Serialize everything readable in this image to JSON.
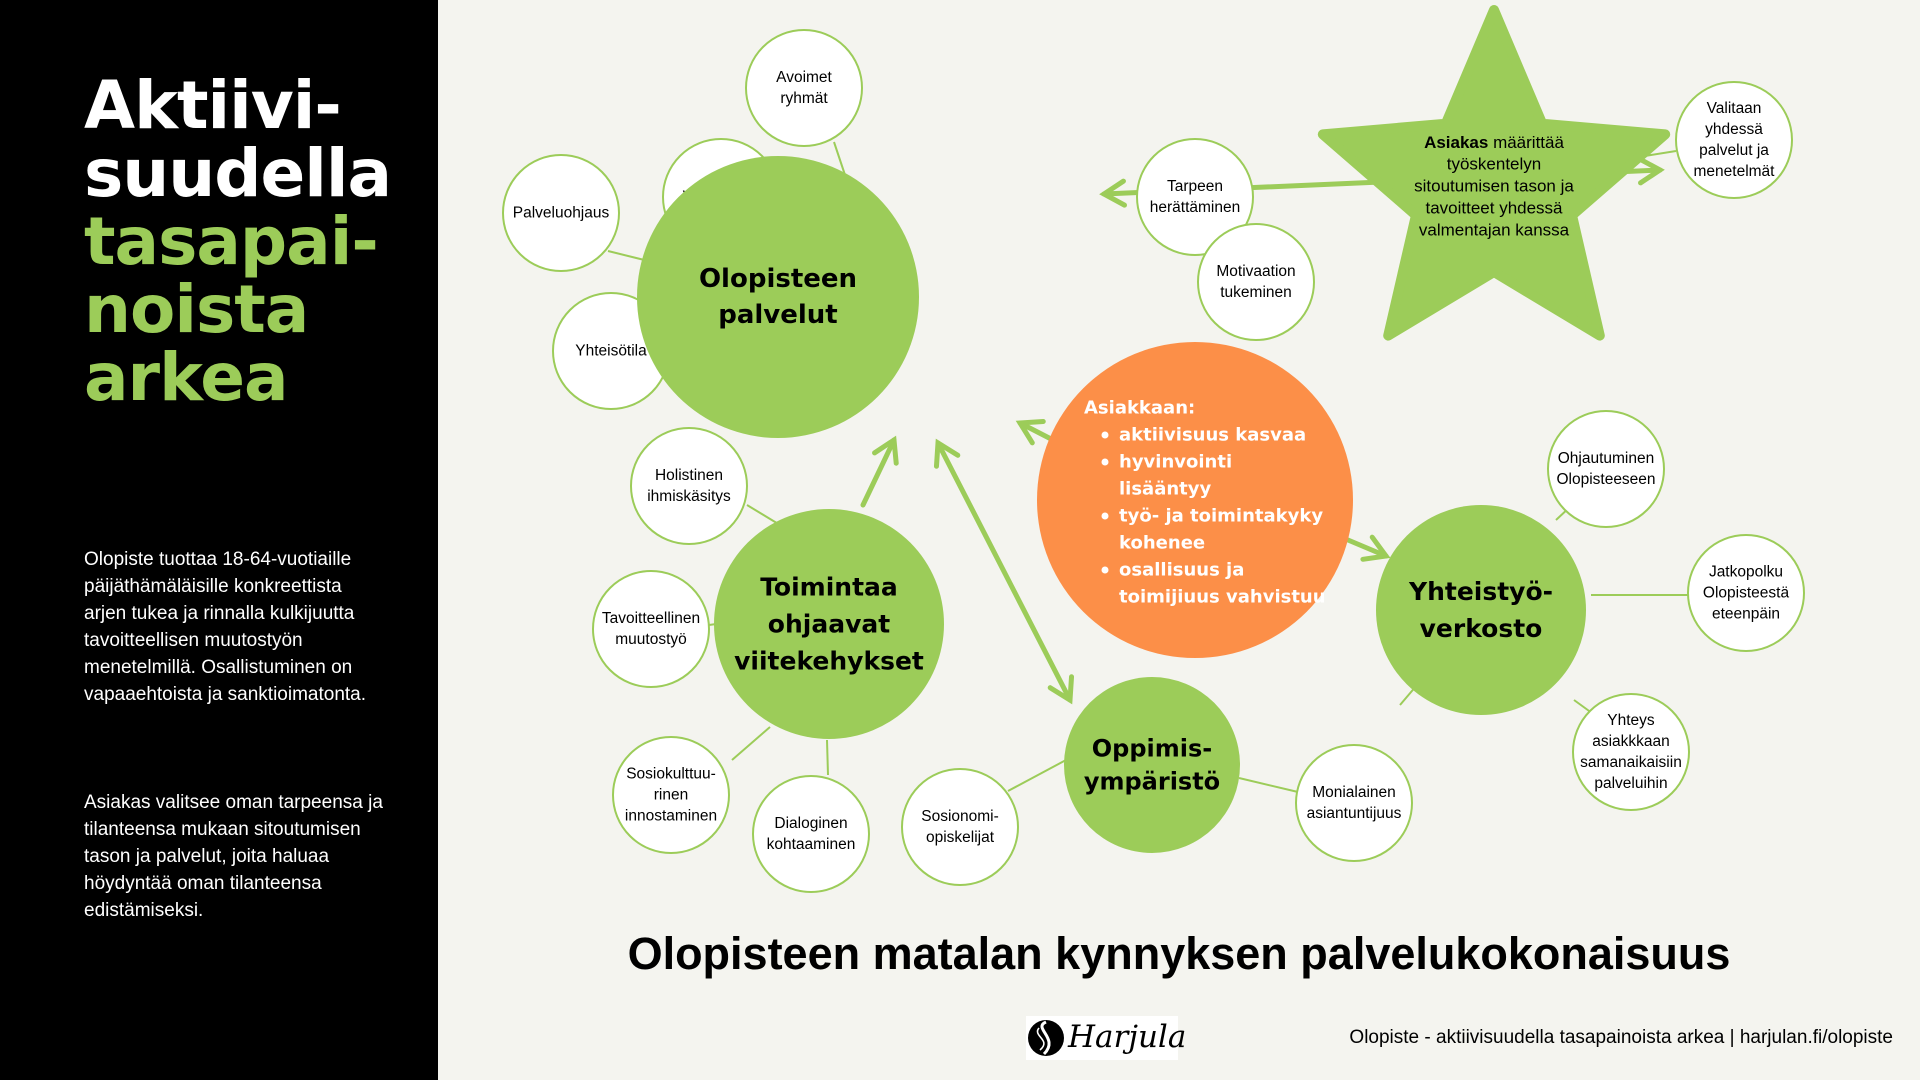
{
  "sidebar": {
    "heading_white": [
      "Aktiivi-",
      "suudella"
    ],
    "heading_green": [
      "tasapai-",
      "noista",
      "arkea"
    ],
    "paragraph1": "Olopiste tuottaa 18-64-vuotiaille päijäthämäläisille konkreettista arjen tukea ja rinnalla kulkijuutta tavoitteellisen muutostyön menetelmillä. Osallistuminen on vapaaehtoista ja sanktioimatonta.",
    "paragraph2": "Asiakas valitsee oman tarpeensa ja tilanteensa mukaan sitoutumisen tason ja palvelut, joita haluaa höydyntää oman tilanteensa edistämiseksi."
  },
  "colors": {
    "green": "#9ccc59",
    "orange": "#fc8f48",
    "background": "#f4f4ef",
    "sidebar": "#000000"
  },
  "main": {
    "title": "Olopisteen matalan kynnyksen palvelukokonaisuus",
    "footer": "Olopiste - aktiivisuudella tasapainoista arkea | harjulan.fi/olopiste",
    "logo": "Harjula",
    "logo_icon": "harjula-logo-icon"
  },
  "diagram": {
    "center": {
      "title": "Asiakkaan:",
      "bullets": [
        [
          "aktiivisuus kasvaa"
        ],
        [
          "hyvinvointi",
          "lisääntyy"
        ],
        [
          "työ- ja toimintakyky",
          "kohenee"
        ],
        [
          "osallisuus ja",
          "toimijiuus vahvistuu"
        ]
      ]
    },
    "star": {
      "bold": "Asiakas",
      "line1_rest": " määrittää",
      "lines": [
        "työskentelyn",
        "sitoutumisen tason ja",
        "tavoitteet yhdessä",
        "valmentajan kanssa"
      ]
    },
    "hubs": [
      {
        "id": "olopisteen-palvelut",
        "lines": [
          "Olopisteen",
          "palvelut"
        ]
      },
      {
        "id": "toimintaa-ohjaavat-viitekehykset",
        "lines": [
          "Toimintaa",
          "ohjaavat",
          "viitekehykset"
        ]
      },
      {
        "id": "oppimisymparisto",
        "lines": [
          "Oppimis-",
          "ympäristö"
        ]
      },
      {
        "id": "yhteistyoverkosto",
        "lines": [
          "Yhteistyö-",
          "verkosto"
        ]
      }
    ],
    "nodes": [
      {
        "id": "avoimet-ryhmat",
        "lines": [
          "Avoimet",
          "ryhmät"
        ]
      },
      {
        "id": "valmennus",
        "lines": [
          "Valmennus"
        ]
      },
      {
        "id": "palveluohjaus",
        "lines": [
          "Palveluohjaus"
        ]
      },
      {
        "id": "yhteisotila",
        "lines": [
          "Yhteisötila"
        ]
      },
      {
        "id": "tarpeen-herattaminen",
        "lines": [
          "Tarpeen",
          "herättäminen"
        ]
      },
      {
        "id": "motivaation-tukeminen",
        "lines": [
          "Motivaation",
          "tukeminen"
        ]
      },
      {
        "id": "valitaan-yhdessa",
        "lines": [
          "Valitaan",
          "yhdessä",
          "palvelut ja",
          "menetelmät"
        ]
      },
      {
        "id": "holistinen-ihmiskasitys",
        "lines": [
          "Holistinen",
          "ihmiskäsitys"
        ]
      },
      {
        "id": "tavoitteellinen-muutostyo",
        "lines": [
          "Tavoitteellinen",
          "muutostyö"
        ]
      },
      {
        "id": "sosiokulttuurinen-innostaminen",
        "lines": [
          "Sosiokulttuu-",
          "rinen",
          "innostaminen"
        ]
      },
      {
        "id": "dialoginen-kohtaaminen",
        "lines": [
          "Dialoginen",
          "kohtaaminen"
        ]
      },
      {
        "id": "sosionomiopiskelijat",
        "lines": [
          "Sosionomi-",
          "opiskelijat"
        ]
      },
      {
        "id": "monialainen-asiantuntijuus",
        "lines": [
          "Monialainen",
          "asiantuntijuus"
        ]
      },
      {
        "id": "ohjautuminen-olopisteeseen",
        "lines": [
          "Ohjautuminen",
          "Olopisteeseen"
        ]
      },
      {
        "id": "jatkopolku",
        "lines": [
          "Jatkopolku",
          "Olopisteestä",
          "eteenpäin"
        ]
      },
      {
        "id": "yhteys-palveluihin",
        "lines": [
          "Yhteys",
          "asiakkkaan",
          "samanaikaisiin",
          "palveluihin"
        ]
      }
    ]
  }
}
